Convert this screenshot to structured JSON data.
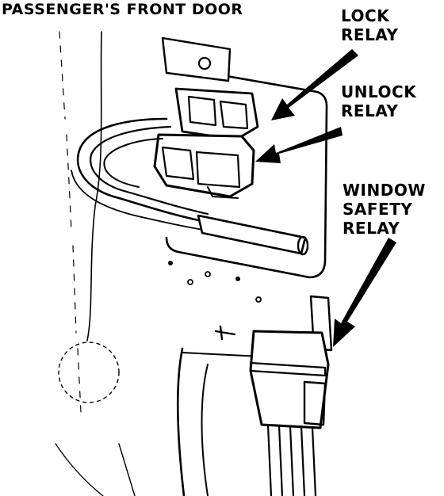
{
  "title": "PASSENGER'S FRONT DOOR",
  "labels": {
    "lock_relay": [
      "LOCK",
      "RELAY"
    ],
    "unlock_relay": [
      "UNLOCK",
      "RELAY"
    ],
    "window_safety_relay": [
      "WINDOW",
      "SAFETY",
      "RELAY"
    ]
  },
  "colors": {
    "ink": "#000000",
    "paper": "#ffffff"
  }
}
